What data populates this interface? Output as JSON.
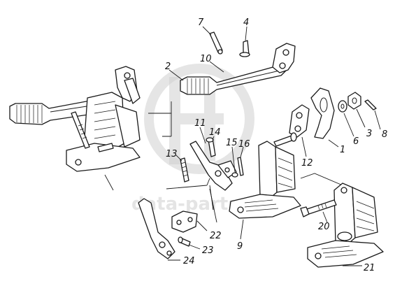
{
  "watermark": {
    "text": "data-parts"
  },
  "callouts": [
    {
      "id": "1",
      "label": "1"
    },
    {
      "id": "2",
      "label": "2"
    },
    {
      "id": "3",
      "label": "3"
    },
    {
      "id": "4",
      "label": "4"
    },
    {
      "id": "6",
      "label": "6"
    },
    {
      "id": "7",
      "label": "7"
    },
    {
      "id": "8",
      "label": "8"
    },
    {
      "id": "9",
      "label": "9"
    },
    {
      "id": "10",
      "label": "10"
    },
    {
      "id": "11",
      "label": "11"
    },
    {
      "id": "12",
      "label": "12"
    },
    {
      "id": "13",
      "label": "13"
    },
    {
      "id": "14",
      "label": "14"
    },
    {
      "id": "15",
      "label": "15"
    },
    {
      "id": "16",
      "label": "16"
    },
    {
      "id": "20",
      "label": "20"
    },
    {
      "id": "21",
      "label": "21"
    },
    {
      "id": "22",
      "label": "22"
    },
    {
      "id": "23",
      "label": "23"
    },
    {
      "id": "24",
      "label": "24"
    }
  ]
}
